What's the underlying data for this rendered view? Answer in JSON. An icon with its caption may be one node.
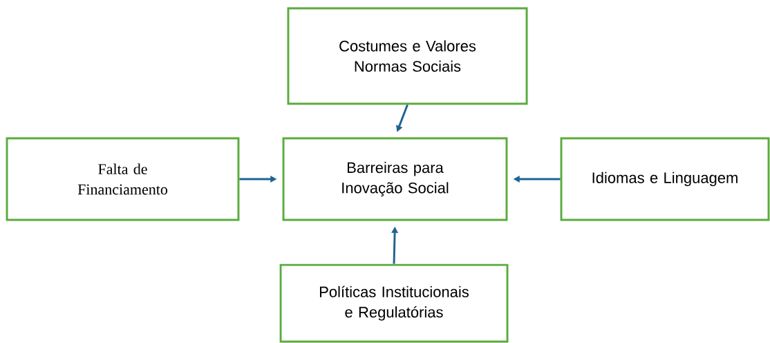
{
  "diagram": {
    "nodes": [
      {
        "text": [
          "Costumes e Valores Normas Sociais"
        ]
      },
      {
        "text": [
          "Falta de Financiamento"
        ]
      },
      {
        "text": [
          "Barreiras para Inovação Social"
        ]
      },
      {
        "text": [
          "Idiomas e Linguagem"
        ]
      },
      {
        "text": [
          "Políticas Institucionais e Regulatórias"
        ]
      }
    ],
    "edges": [
      {
        "from": 0,
        "to": 2,
        "arrow": "to"
      },
      {
        "from": 1,
        "to": 2,
        "arrow": "to"
      },
      {
        "from": 3,
        "to": 2,
        "arrow": "to"
      },
      {
        "from": 4,
        "to": 2,
        "arrow": "to"
      }
    ]
  }
}
